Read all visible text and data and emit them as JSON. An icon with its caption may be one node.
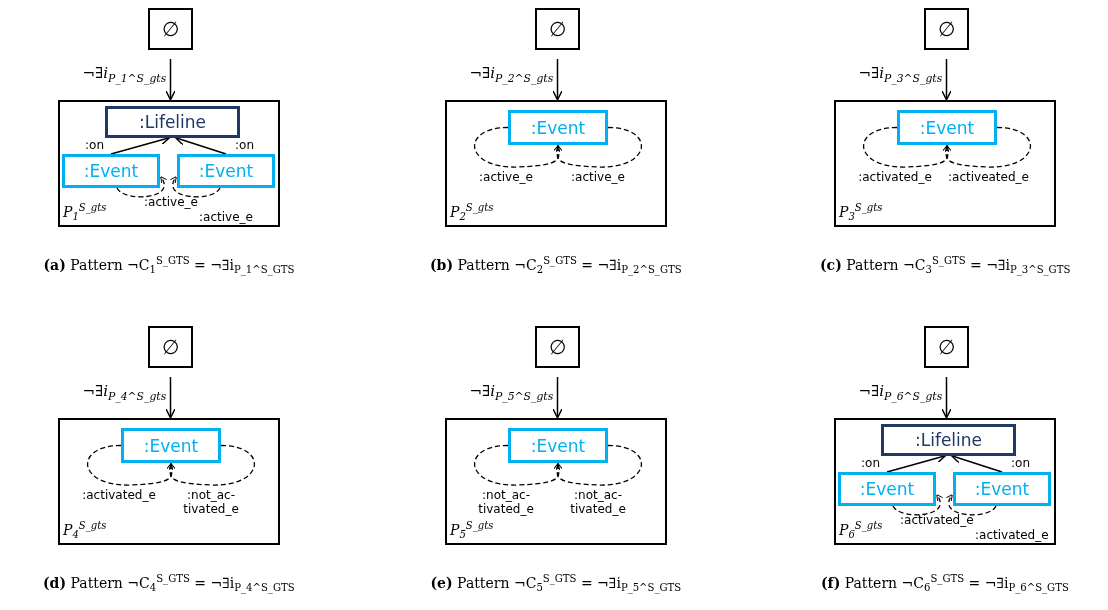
{
  "diagram": {
    "nodes": [
      {
        "text": [
          "∅"
        ]
      },
      {
        "text": [
          "P$_{1}$$^{S_gts}$"
        ]
      },
      {
        "text": [
          ":Lifeline"
        ],
        "in": 1
      },
      {
        "text": [
          ":Event"
        ],
        "in": 1
      },
      {
        "text": [
          ":Event"
        ],
        "in": 1
      },
      {
        "text": [
          "∅"
        ]
      },
      {
        "text": [
          "P$_{2}$$^{S_gts}$"
        ]
      },
      {
        "text": [
          ":Event"
        ],
        "in": 6
      },
      {
        "text": [
          "∅"
        ]
      },
      {
        "text": [
          "P$_{3}$$^{S_gts}$"
        ]
      },
      {
        "text": [
          ":Event"
        ],
        "in": 9
      },
      {
        "text": [
          "∅"
        ]
      },
      {
        "text": [
          "P$_{4}$$^{S_gts}$"
        ]
      },
      {
        "text": [
          ":Event"
        ],
        "in": 12
      },
      {
        "text": [
          "∅"
        ]
      },
      {
        "text": [
          "P$_{5}$$^{S_gts}$"
        ]
      },
      {
        "text": [
          ":Event"
        ],
        "in": 15
      },
      {
        "text": [
          "∅"
        ]
      },
      {
        "text": [
          "P$_{6}$$^{S_gts}$"
        ]
      },
      {
        "text": [
          ":Lifeline"
        ],
        "in": 18
      },
      {
        "text": [
          ":Event"
        ],
        "in": 18
      },
      {
        "text": [
          ":Event"
        ],
        "in": 18
      }
    ],
    "edges": [
      {
        "from": 0,
        "to": 1,
        "arrow": "to",
        "label": "¬∃i$_{P_1^S_gts}$"
      },
      {
        "from": 3,
        "to": 2,
        "arrow": "to",
        "label": ":on"
      },
      {
        "from": 4,
        "to": 2,
        "arrow": "to",
        "label": ":on"
      },
      {
        "from": 3,
        "to": 3,
        "arrow": "to",
        "style": "dashed",
        "label": ":active_e"
      },
      {
        "from": 4,
        "to": 4,
        "arrow": "to",
        "style": "dashed",
        "label": ":active_e"
      },
      {
        "from": 5,
        "to": 6,
        "arrow": "to",
        "label": "¬∃i$_{P_2^S_gts}$"
      },
      {
        "from": 7,
        "to": 7,
        "arrow": "to",
        "style": "dashed",
        "label": ":active_e"
      },
      {
        "from": 7,
        "to": 7,
        "arrow": "to",
        "style": "dashed",
        "label": ":active_e"
      },
      {
        "from": 8,
        "to": 9,
        "arrow": "to",
        "label": "¬∃i$_{P_3^S_gts}$"
      },
      {
        "from": 10,
        "to": 10,
        "arrow": "to",
        "style": "dashed",
        "label": ":activated_e"
      },
      {
        "from": 10,
        "to": 10,
        "arrow": "to",
        "style": "dashed",
        "label": ":activeated_e"
      },
      {
        "from": 11,
        "to": 12,
        "arrow": "to",
        "label": "¬∃i$_{P_4^S_gts}$"
      },
      {
        "from": 13,
        "to": 13,
        "arrow": "to",
        "style": "dashed",
        "label": ":activated_e"
      },
      {
        "from": 13,
        "to": 13,
        "arrow": "to",
        "style": "dashed",
        "label": ":not_ac-tivated_e"
      },
      {
        "from": 14,
        "to": 15,
        "arrow": "to",
        "label": "¬∃i$_{P_5^S_gts}$"
      },
      {
        "from": 16,
        "to": 16,
        "arrow": "to",
        "style": "dashed",
        "label": ":not_ac-tivated_e"
      },
      {
        "from": 16,
        "to": 16,
        "arrow": "to",
        "style": "dashed",
        "label": ":not_ac-tivated_e"
      },
      {
        "from": 17,
        "to": 18,
        "arrow": "to",
        "label": "¬∃i$_{P_6^S_gts}$"
      },
      {
        "from": 20,
        "to": 19,
        "arrow": "to",
        "label": ":on"
      },
      {
        "from": 21,
        "to": 19,
        "arrow": "to",
        "label": ":on"
      },
      {
        "from": 20,
        "to": 20,
        "arrow": "to",
        "style": "dashed",
        "label": ":activated_e"
      },
      {
        "from": 21,
        "to": 21,
        "arrow": "to",
        "style": "dashed",
        "label": ":activated_e"
      }
    ],
    "labels": [
      "**(a)** Pattern ¬C$_{1}$$^{S_GTS}$ = ¬∃i$_{P_1^S_GTS}$",
      "**(b)** Pattern ¬C$_{2}$$^{S_GTS}$ = ¬∃i$_{P_2^S_GTS}$",
      "**(c)** Pattern ¬C$_{3}$$^{S_GTS}$ = ¬∃i$_{P_3^S_GTS}$",
      "**(d)** Pattern ¬C$_{4}$$^{S_GTS}$ = ¬∃i$_{P_4^S_GTS}$",
      "**(e)** Pattern ¬C$_{5}$$^{S_GTS}$ = ¬∃i$_{P_5^S_GTS}$",
      "**(f)** Pattern ¬C$_{6}$$^{S_GTS}$ = ¬∃i$_{P_6^S_GTS}$"
    ]
  }
}
